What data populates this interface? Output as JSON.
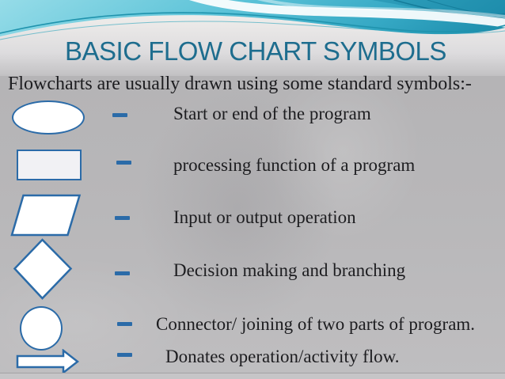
{
  "slide": {
    "title": "BASIC FLOW CHART SYMBOLS",
    "subtitle": "Flowcharts are usually drawn using some standard symbols:-"
  },
  "colors": {
    "title": "#1E6D8E",
    "shape_stroke": "#2B6BA8",
    "text": "#1D1D20",
    "header_cyan_light": "#96DCE8",
    "header_cyan_deep": "#1F8FAE",
    "header_wave_line": "#1F93AD",
    "body_gray": "#B6B5B7"
  },
  "rows": [
    {
      "shape": "oval",
      "label": "Start or end of the program"
    },
    {
      "shape": "rectangle",
      "label": "processing function of a program"
    },
    {
      "shape": "parallelogram",
      "label": "Input or output operation"
    },
    {
      "shape": "diamond",
      "label": "Decision making and branching"
    },
    {
      "shape": "circle",
      "label": "Connector/ joining of two parts of program."
    },
    {
      "shape": "arrow",
      "label": "Donates operation/activity flow."
    }
  ]
}
